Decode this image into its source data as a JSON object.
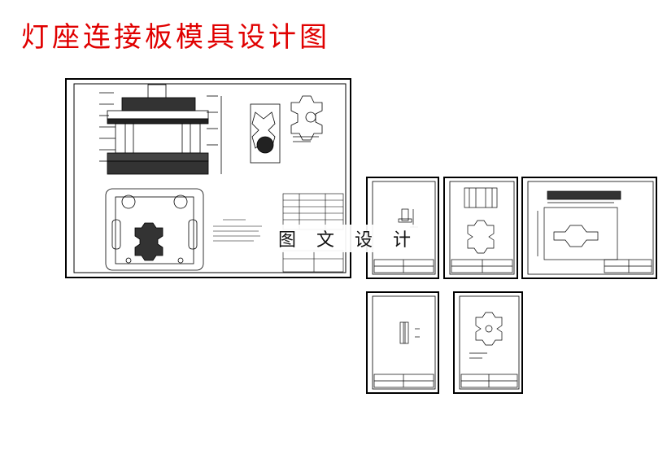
{
  "title": "灯座连接板模具设计图",
  "watermark": "图 文 设 计",
  "colors": {
    "title": "#e00000",
    "line": "#000000",
    "background": "#ffffff"
  },
  "sheets": [
    "assembly-drawing",
    "part-drawing-2",
    "part-drawing-3",
    "part-drawing-4",
    "part-drawing-5",
    "part-drawing-6"
  ]
}
